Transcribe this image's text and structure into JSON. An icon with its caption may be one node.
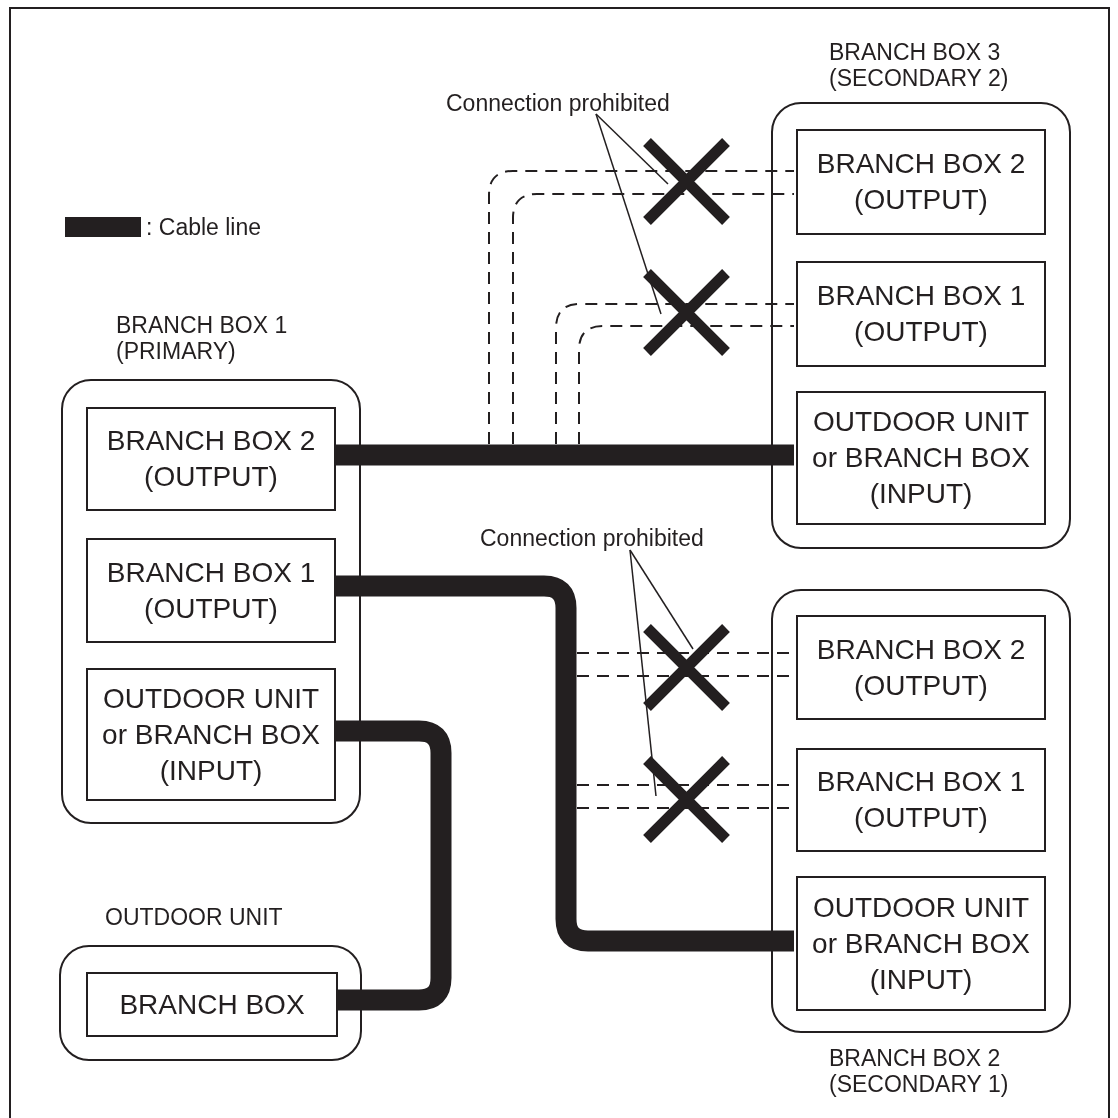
{
  "diagram": {
    "nodes": [
      {
        "text": [
          "BRANCH BOX 1 (PRIMARY)"
        ]
      },
      {
        "text": [
          "BRANCH BOX 2 (OUTPUT)"
        ],
        "in": 0
      },
      {
        "text": [
          "BRANCH BOX 1 (OUTPUT)"
        ],
        "in": 0
      },
      {
        "text": [
          "OUTDOOR UNIT or BRANCH BOX (INPUT)"
        ],
        "in": 0
      },
      {
        "text": [
          "OUTDOOR UNIT"
        ]
      },
      {
        "text": [
          "BRANCH BOX"
        ],
        "in": 4
      },
      {
        "text": [
          "BRANCH BOX 3 (SECONDARY 2)"
        ]
      },
      {
        "text": [
          "BRANCH BOX 2 (OUTPUT)"
        ],
        "in": 6
      },
      {
        "text": [
          "BRANCH BOX 1 (OUTPUT)"
        ],
        "in": 6
      },
      {
        "text": [
          "OUTDOOR UNIT or BRANCH BOX (INPUT)"
        ],
        "in": 6
      },
      {
        "text": [
          "BRANCH BOX 2 (SECONDARY 1)"
        ]
      },
      {
        "text": [
          "BRANCH BOX 2 (OUTPUT)"
        ],
        "in": 10
      },
      {
        "text": [
          "BRANCH BOX 1 (OUTPUT)"
        ],
        "in": 10
      },
      {
        "text": [
          "OUTDOOR UNIT or BRANCH BOX (INPUT)"
        ],
        "in": 10
      },
      {
        "text": [
          "Connection prohibited"
        ]
      },
      {
        "text": [],
        "shape": "cross"
      },
      {
        "text": [],
        "shape": "cross"
      },
      {
        "text": [
          "Connection prohibited"
        ]
      },
      {
        "text": [],
        "shape": "cross"
      },
      {
        "text": [],
        "shape": "cross"
      }
    ],
    "edges": [
      {
        "from": 1,
        "to": 9,
        "arrow": "none",
        "style": "thick"
      },
      {
        "from": 2,
        "to": 13,
        "arrow": "none",
        "style": "thick"
      },
      {
        "from": 3,
        "to": 5,
        "arrow": "none",
        "style": "thick"
      },
      {
        "from": null,
        "to": 7,
        "arrow": "none",
        "style": "dashed"
      },
      {
        "from": null,
        "to": 8,
        "arrow": "none",
        "style": "dashed"
      },
      {
        "from": null,
        "to": 11,
        "arrow": "none",
        "style": "dashed"
      },
      {
        "from": null,
        "to": 12,
        "arrow": "none",
        "style": "dashed"
      },
      {
        "from": 14,
        "to": 15,
        "arrow": "none"
      },
      {
        "from": 14,
        "to": 16,
        "arrow": "none"
      },
      {
        "from": 17,
        "to": 18,
        "arrow": "none"
      },
      {
        "from": 17,
        "to": 19,
        "arrow": "none"
      }
    ],
    "legend": [
      {
        "text": ": Cable line",
        "color": "#231f20"
      }
    ]
  }
}
